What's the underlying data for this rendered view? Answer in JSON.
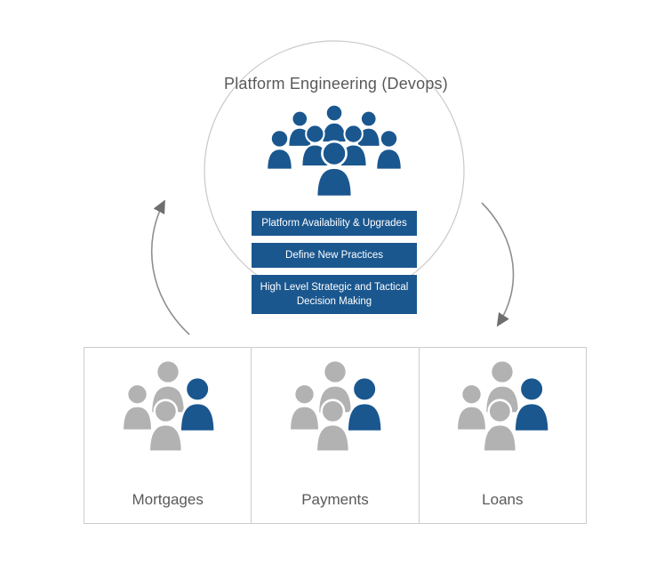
{
  "diagram": {
    "title": "Platform Engineering (Devops)",
    "responsibilities": [
      "Platform Availability & Upgrades",
      "Define New Practices",
      "High Level Strategic and Tactical Decision Making"
    ],
    "teams": [
      {
        "label": "Mortgages"
      },
      {
        "label": "Payments"
      },
      {
        "label": "Loans"
      }
    ],
    "icons": {
      "platform_team": "people-group-icon-blue",
      "product_team": "people-group-icon-gray-with-blue-member",
      "cycle": "circular-arrows-icon"
    },
    "colors": {
      "blue": "#1a578f",
      "team_gray": "#b2b2b2",
      "text_gray": "#595959",
      "box_border": "#cccccc",
      "arrow_stroke": "#8f8f8f",
      "arrow_head": "#6e6e6e",
      "circle_stroke": "#c9c9c9"
    }
  }
}
